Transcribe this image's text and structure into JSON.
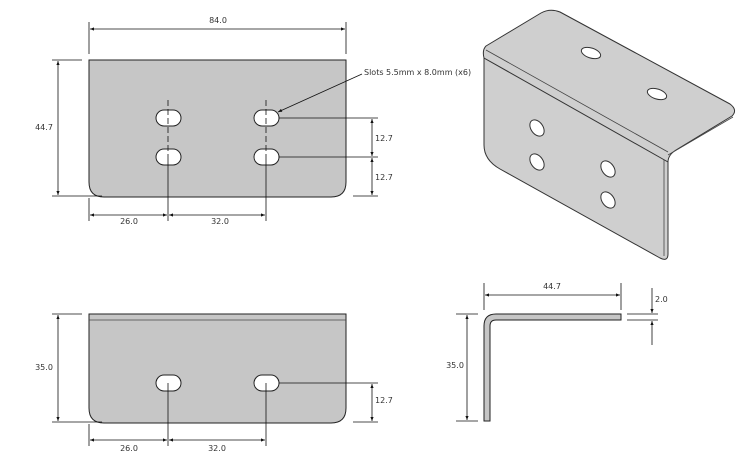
{
  "top_view": {
    "width_dim": "84.0",
    "height_dim": "44.7",
    "left_offset_dim": "26.0",
    "spacing_dim": "32.0",
    "slot_spacing_dim_upper": "12.7",
    "slot_spacing_dim_lower": "12.7",
    "slot_callout": "Slots 5.5mm x 8.0mm (x6)"
  },
  "front_view": {
    "height_dim": "35.0",
    "left_offset_dim": "26.0",
    "spacing_dim": "32.0",
    "slot_height_dim": "12.7"
  },
  "side_view": {
    "flange_dim": "44.7",
    "height_dim": "35.0",
    "thickness_dim": "2.0"
  },
  "colors": {
    "part_fill": "#c6c6c6",
    "line": "#222222"
  }
}
